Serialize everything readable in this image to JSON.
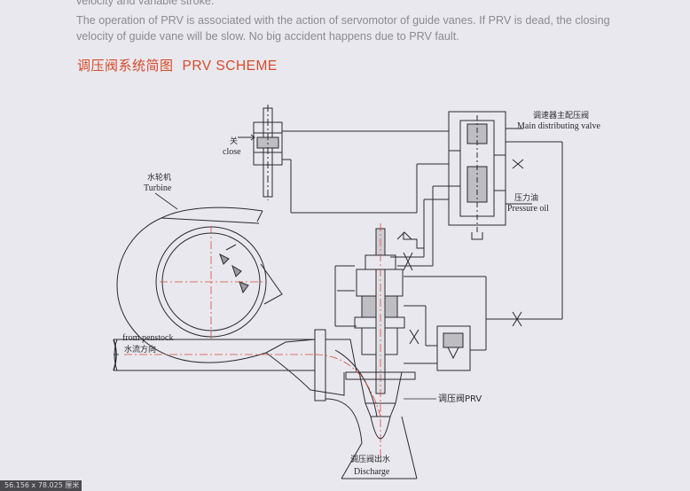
{
  "text": {
    "line1": "velocity and variable stroke.",
    "line2": "The operation of PRV is associated with the action of servomotor of guide vanes.   If   PRV  is  dead,  the  closing",
    "line3": "velocity of guide vane will be slow. No big accident happens due to PRV fault."
  },
  "heading": {
    "cn": "调压阀系统简图",
    "en": "PRV  SCHEME"
  },
  "labels": {
    "close_cn": "关",
    "close_en": "close",
    "turbine_cn": "水轮机",
    "turbine_en": "Turbine",
    "mdv_cn": "调速器主配压阀",
    "mdv_en": "Main distributing valve",
    "oil_cn": "压力油",
    "oil_en": "Pressure oil",
    "penstock_en": "from penstock",
    "penstock_cn": "水流方向",
    "prv_label": "调压阀PRV",
    "discharge_cn": "调压阀出水",
    "discharge_en": "Discharge"
  },
  "status_bar": "56.156 x 78.025 厘米",
  "colors": {
    "line": "#2a2a2e",
    "centerline": "#d94a3a",
    "heading": "#d64a2a",
    "paper": "#e9e8ee"
  }
}
